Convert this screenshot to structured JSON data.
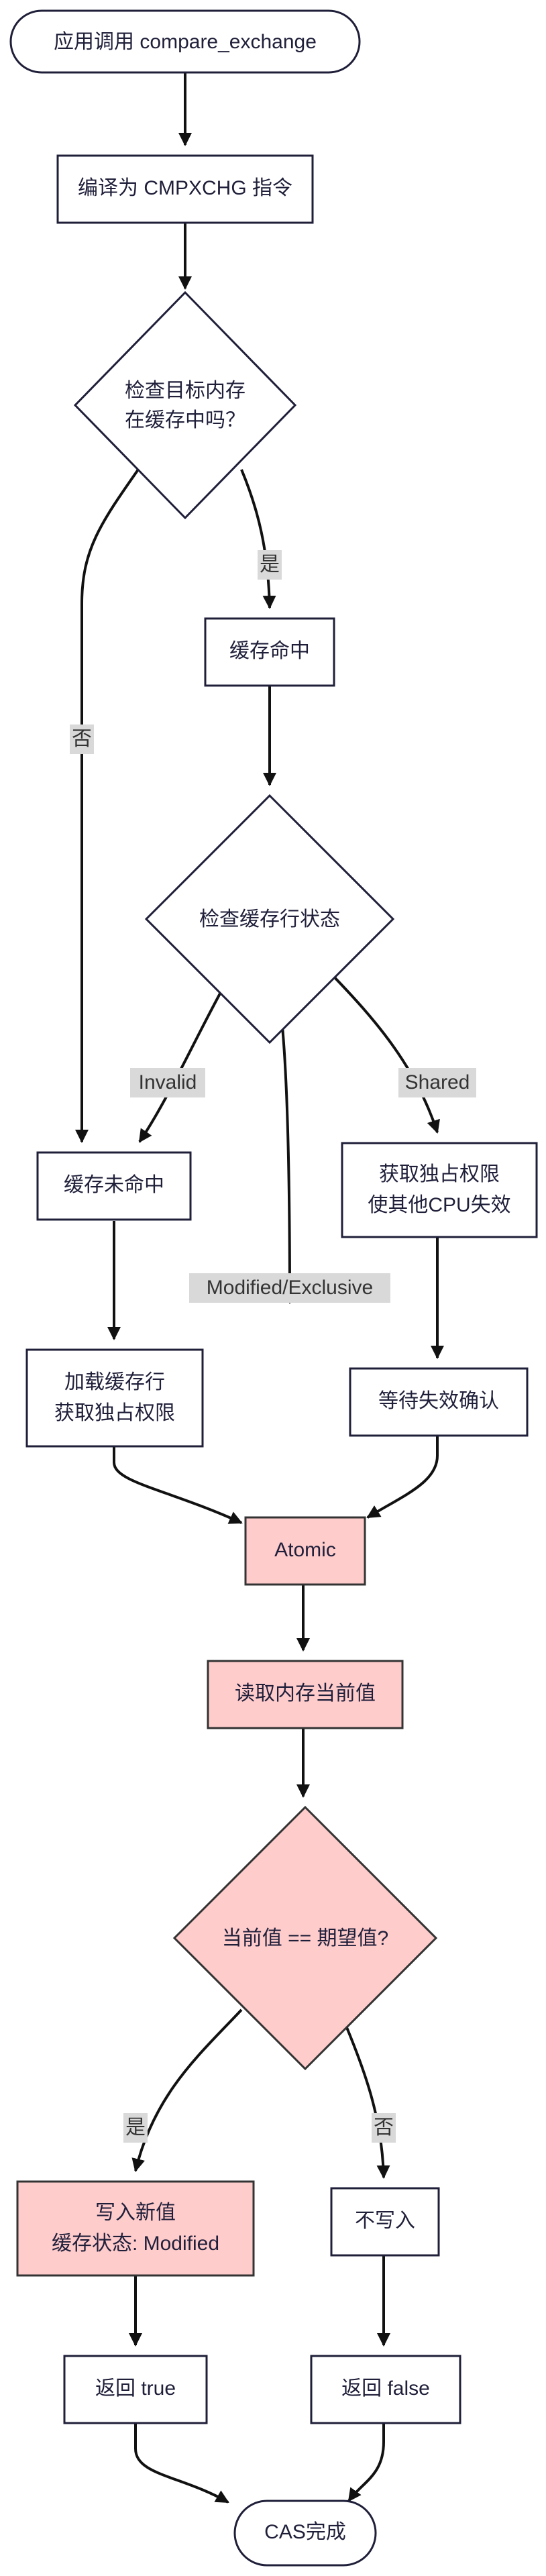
{
  "nodes": {
    "start": "应用调用 compare_exchange",
    "compile": "编译为 CMPXCHG 指令",
    "check_cache": [
      "检查目标内存",
      "在缓存中吗？"
    ],
    "hit": "缓存命中",
    "check_state": "检查缓存行状态",
    "miss": "缓存未命中",
    "acquire": [
      "获取独占权限",
      "使其他CPU失效"
    ],
    "load": [
      "加载缓存行",
      "获取独占权限"
    ],
    "wait": "等待失效确认",
    "atomic": "Atomic",
    "read": "读取内存当前值",
    "compare": "当前值 == 期望值?",
    "write": [
      "写入新值",
      "缓存状态: Modified"
    ],
    "nowrite": "不写入",
    "ret_true": "返回 true",
    "ret_false": "返回 false",
    "done": "CAS完成"
  },
  "edge_labels": {
    "yes_hit": "是",
    "no_miss": "否",
    "invalid": "Invalid",
    "shared": "Shared",
    "modified_exclusive": "Modified/Exclusive",
    "yes_write": "是",
    "no_write": "否"
  },
  "colors": {
    "highlight_fill": "#ffcccc",
    "node_border": "#1f1f3a",
    "edge": "#111111",
    "label_bg": "#d9d9d9"
  }
}
